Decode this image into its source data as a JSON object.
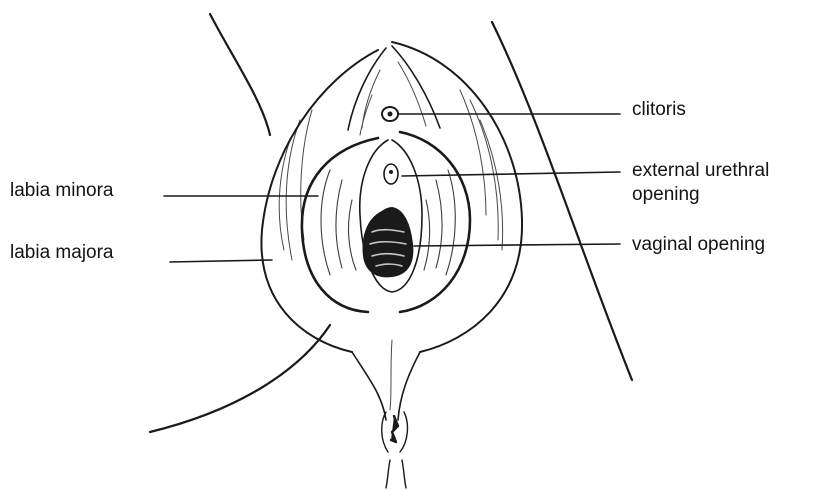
{
  "labels": {
    "clitoris": "clitoris",
    "urethral_line1": "external urethral",
    "urethral_line2": "opening",
    "vaginal": "vaginal opening",
    "labia_minora": "labia minora",
    "labia_majora": "labia majora"
  },
  "colors": {
    "ink": "#1a1a1a",
    "background": "#ffffff"
  }
}
